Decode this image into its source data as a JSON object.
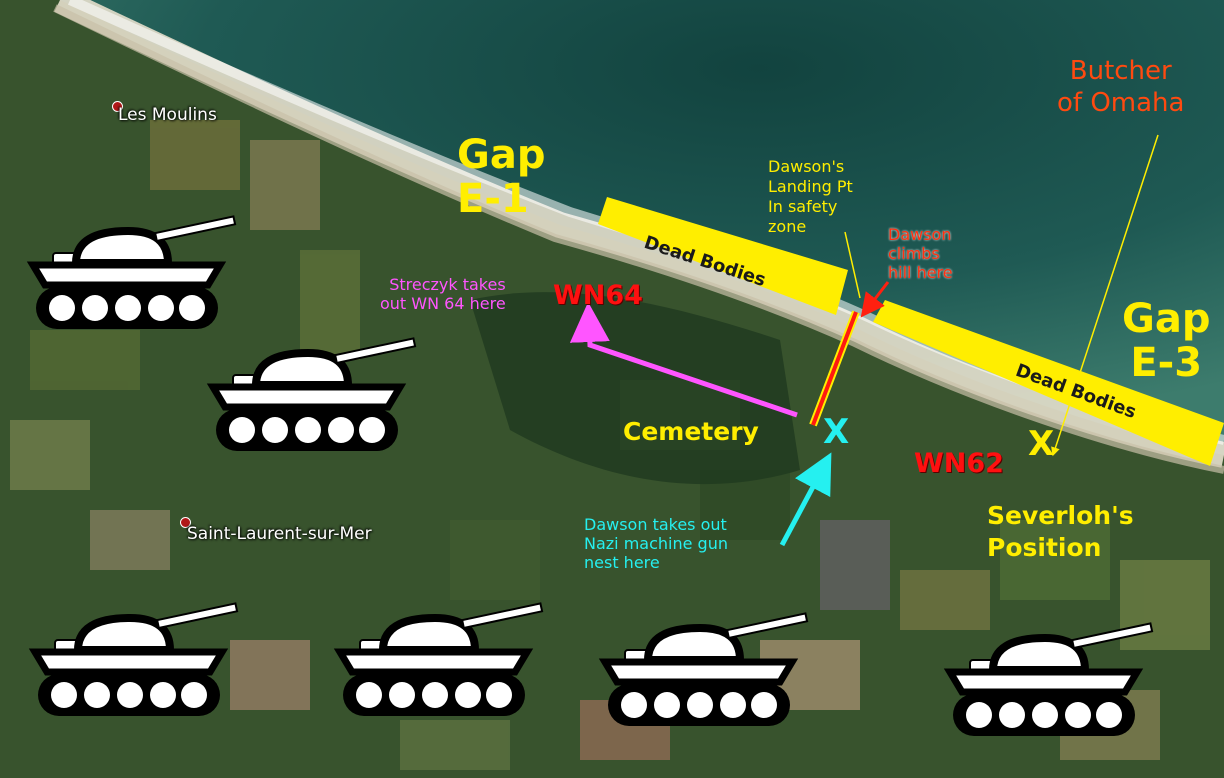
{
  "places": {
    "les_moulins": "Les Moulins",
    "saint_laurent": "Saint-Laurent-sur-Mer"
  },
  "gaps": {
    "e1_line1": "Gap",
    "e1_line2": "E-1",
    "e3_line1": "Gap",
    "e3_line2": "E-3"
  },
  "labels": {
    "dead_bodies": "Dead Bodies",
    "dawson_landing": [
      "Dawson's",
      "Landing Pt",
      "In safety",
      "zone"
    ],
    "dawson_climbs": [
      "Dawson",
      "climbs",
      "hill here"
    ],
    "butcher": [
      "Butcher",
      "of Omaha"
    ],
    "streczyk": [
      "Streczyk takes",
      "out WN 64 here"
    ],
    "wn64": "WN64",
    "wn62": "WN62",
    "cemetery": "Cemetery",
    "dawson_takes": [
      "Dawson takes out",
      "Nazi machine gun",
      "nest here"
    ],
    "severloh": [
      "Severloh's",
      "Position"
    ],
    "marker_x": "X"
  },
  "colors": {
    "sea": "#1f5550",
    "land": "#39552e",
    "beach": "#e6dfcc",
    "highlight_yellow": "#ffee00",
    "route_magenta": "#ff55ff",
    "route_cyan": "#25f0f0",
    "note_red": "#ff3010",
    "tank_fill": "#ffffff",
    "tank_outline": "#000000"
  },
  "icons": [
    "tank-icon",
    "location-pin-icon",
    "arrow-icon"
  ]
}
